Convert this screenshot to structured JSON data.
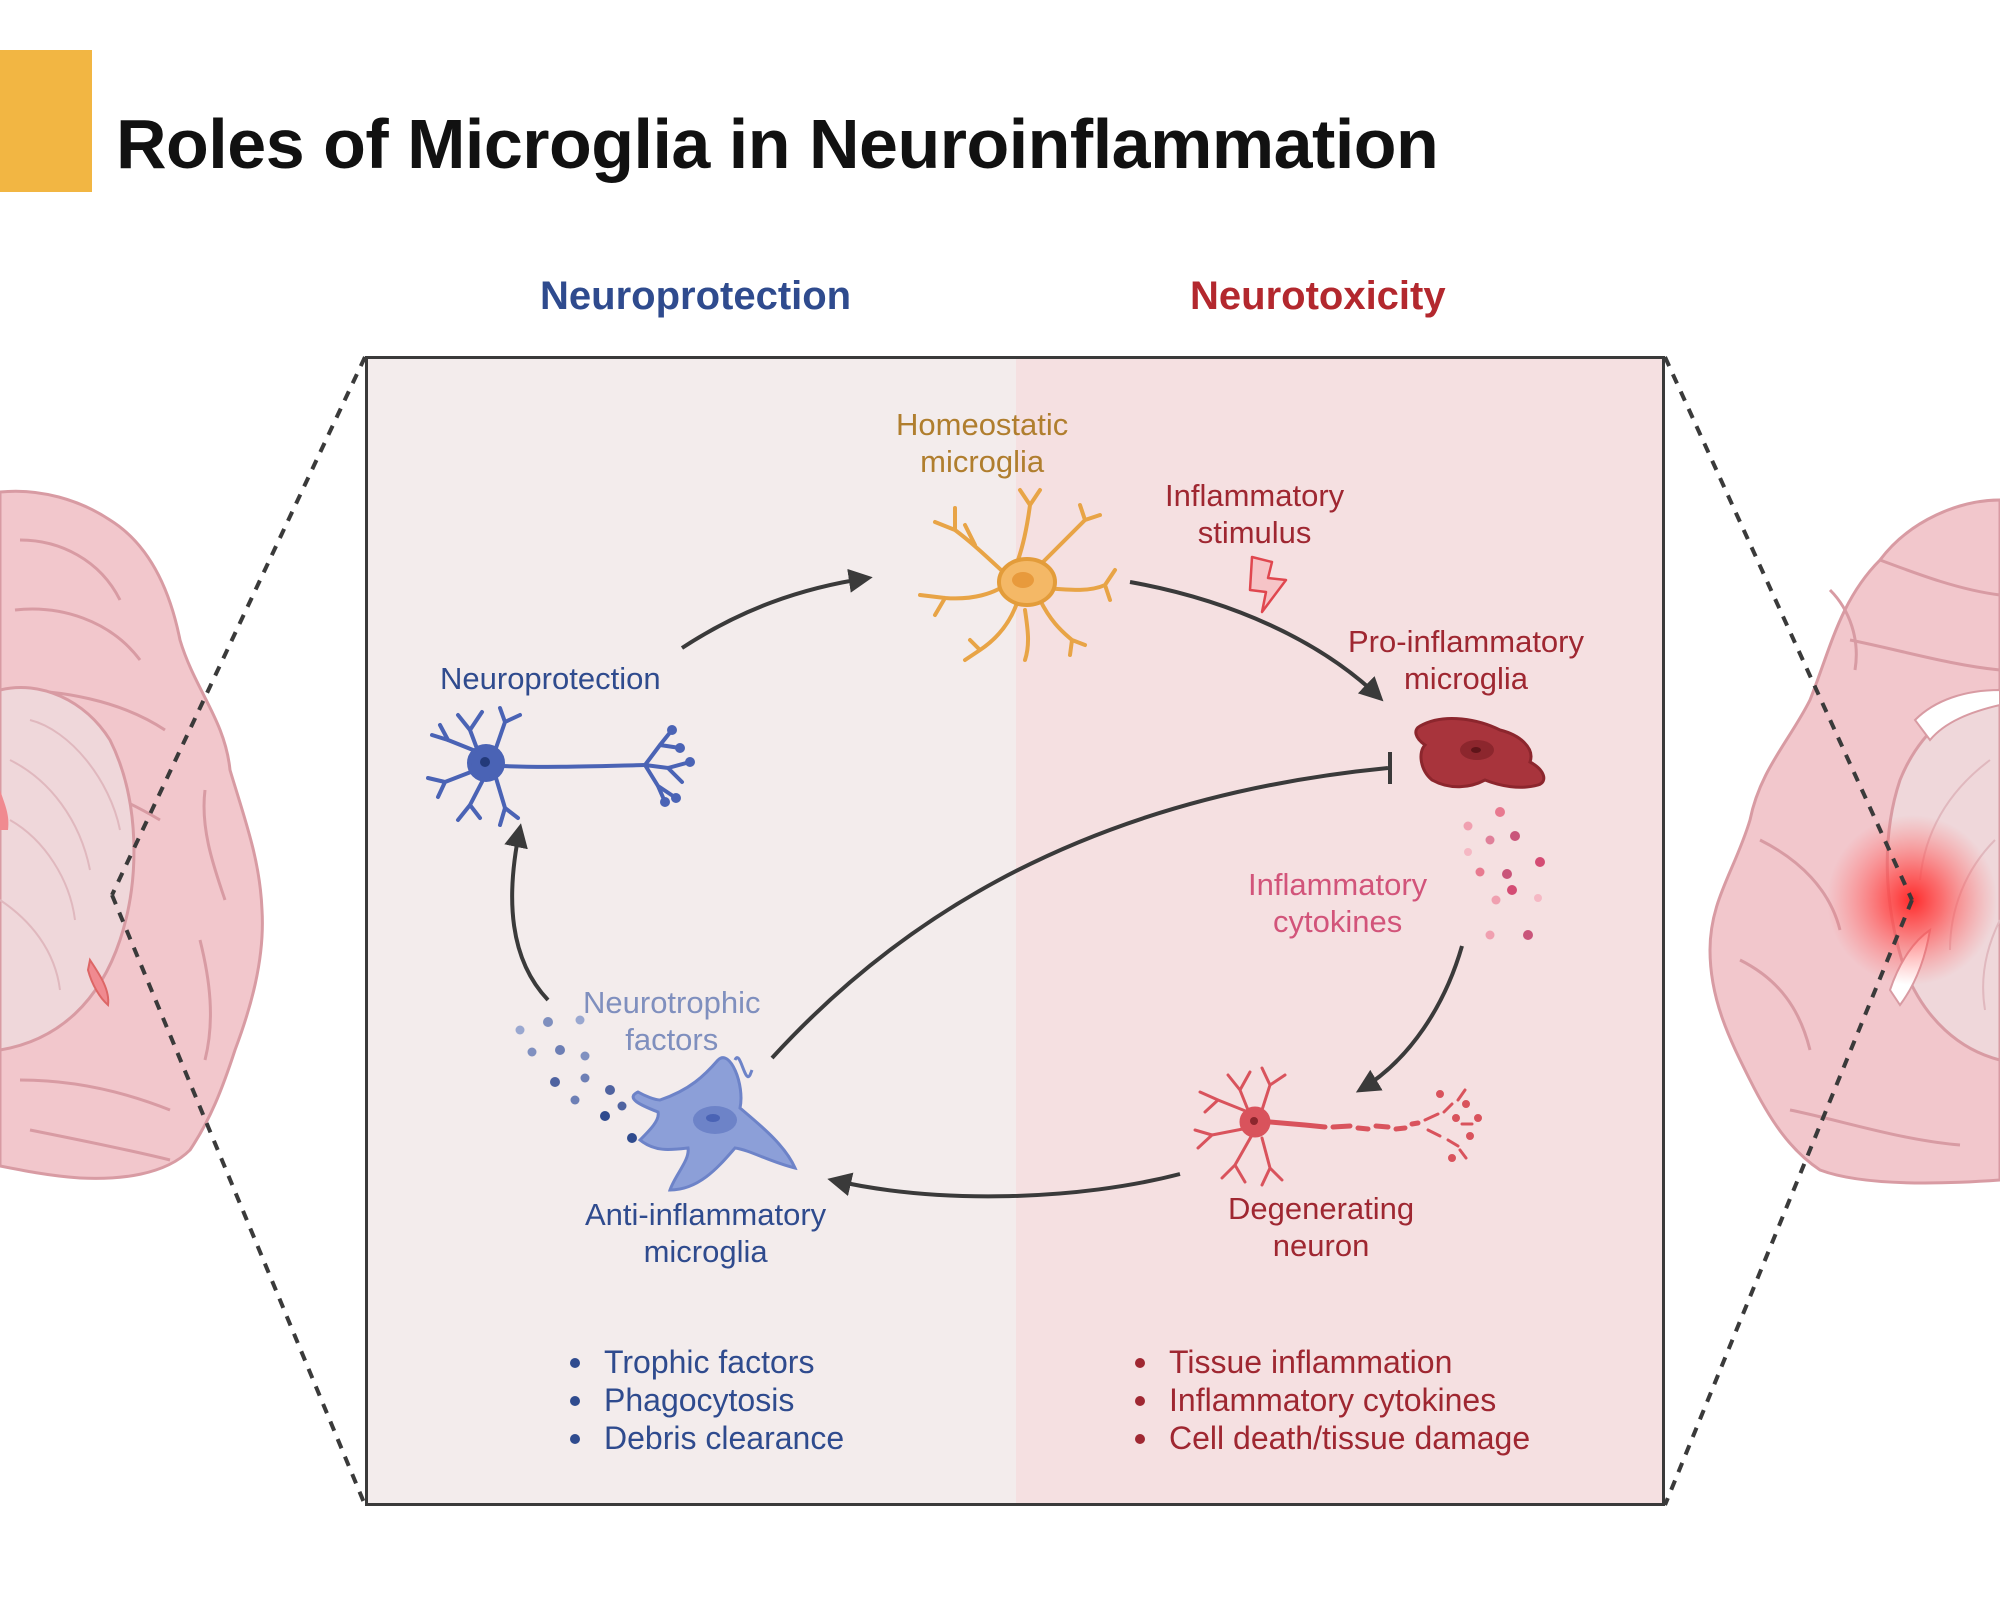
{
  "title": "Roles of Microglia in Neuroinflammation",
  "columns": {
    "left": "Neuroprotection",
    "right": "Neurotoxicity"
  },
  "nodes": {
    "homeostatic": [
      "Homeostatic",
      "microglia"
    ],
    "stimulus": [
      "Inflammatory",
      "stimulus"
    ],
    "pro_inflammatory": [
      "Pro-inflammatory",
      "microglia"
    ],
    "cytokines": [
      "Inflammatory",
      "cytokines"
    ],
    "degenerating": [
      "Degenerating",
      "neuron"
    ],
    "anti_inflammatory": [
      "Anti-inflammatory",
      "microglia"
    ],
    "neurotrophic": [
      "Neurotrophic",
      "factors"
    ],
    "neuroprotection": "Neuroprotection"
  },
  "left_list": [
    "Trophic factors",
    "Phagocytosis",
    "Debris clearance"
  ],
  "right_list": [
    "Tissue inflammation",
    "Inflammatory cytokines",
    "Cell death/tissue damage"
  ],
  "colors": {
    "accent": "#F2B643",
    "protection": "#2F4B8E",
    "toxicity": "#B3282E",
    "homeostatic": "#F4B866",
    "pro_inflammatory": "#A8343C",
    "anti_inflammatory": "#8C9FD8",
    "neuron_blue": "#4A63B5",
    "neuron_red": "#D9535C"
  },
  "icons": [
    "brain-left-icon",
    "brain-right-icon",
    "homeostatic-microglia-icon",
    "lightning-icon",
    "pro-inflammatory-microglia-icon",
    "cytokine-dots-icon",
    "degenerating-neuron-icon",
    "anti-inflammatory-microglia-icon",
    "neurotrophic-dots-icon",
    "neuron-icon"
  ]
}
